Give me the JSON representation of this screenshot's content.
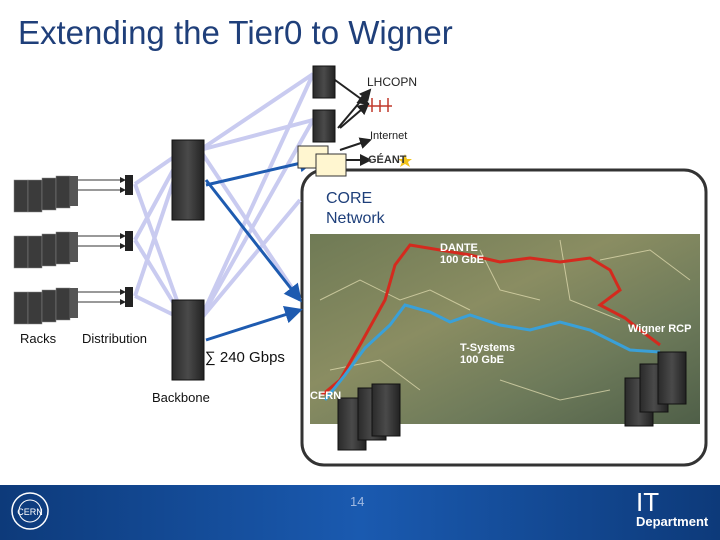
{
  "slide": {
    "title": "Extending the Tier0 to Wigner",
    "page_number": "14"
  },
  "external": {
    "lhcopn": "LHCOPN",
    "internet": "Internet",
    "geant": "GÉANT"
  },
  "core": {
    "line1": "CORE",
    "line2": "Network"
  },
  "layers": {
    "racks": "Racks",
    "distribution": "Distribution",
    "backbone": "Backbone",
    "capacity": "∑ 240 Gbps"
  },
  "map": {
    "dante": "DANTE\n100 GbE",
    "tsystems": "T-Systems\n100 GbE",
    "wigner": "Wigner RCP",
    "cern": "CERN",
    "colors": {
      "dante_link": "#d42a1e",
      "tsystems_link": "#3aa0d8"
    }
  },
  "footer": {
    "dept_it": "IT",
    "dept_word": "Department",
    "logo_text": "CERN"
  },
  "colors": {
    "title": "#1f3f7a",
    "uplink": "#c9cbf0",
    "backbone_link": "#1e5bb0",
    "footer": "#1a4f9e"
  }
}
